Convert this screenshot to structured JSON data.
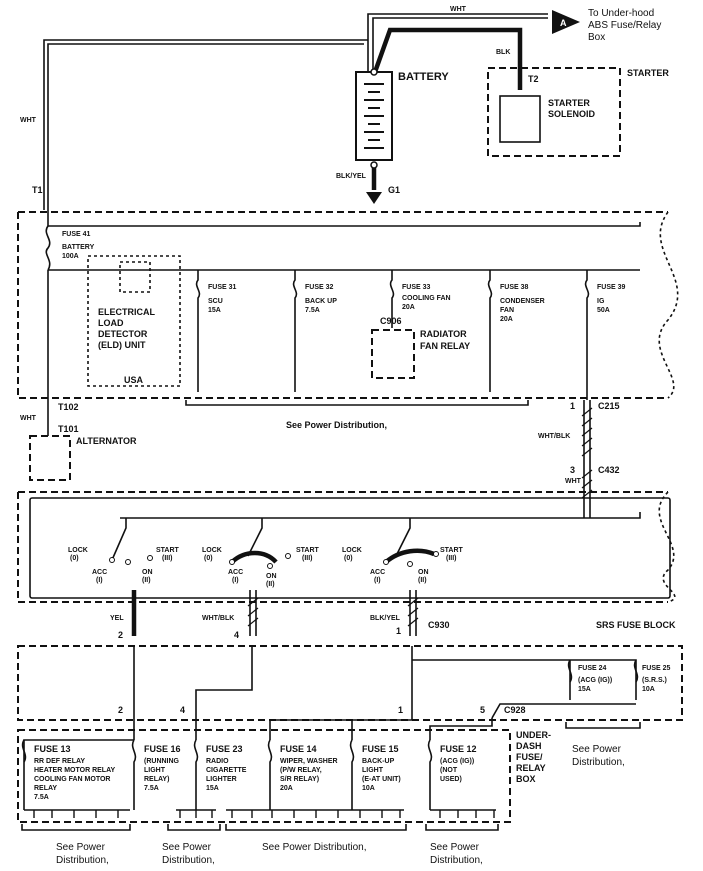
{
  "labels": {
    "to_underhood": [
      "To Under-hood",
      "ABS Fuse/Relay",
      "Box"
    ],
    "connector_a": "A",
    "wht_top": "WHT",
    "blk": "BLK",
    "battery": "BATTERY",
    "starter": "STARTER",
    "t2": "T2",
    "starter_solenoid": [
      "STARTER",
      "SOLENOID"
    ],
    "blkyel_ground": "BLK/YEL",
    "g1": "G1",
    "wht_left": "WHT",
    "t1": "T1",
    "fuse41": [
      "FUSE 41",
      "BATTERY",
      "100A"
    ],
    "eld": [
      "ELECTRICAL",
      "LOAD",
      "DETECTOR",
      "(ELD) UNIT"
    ],
    "usa": "USA",
    "radiator_relay": [
      "RADIATOR",
      "FAN RELAY"
    ],
    "c906": "C906",
    "see_power_mid": "See Power Distribution,",
    "wht_t102": "WHT",
    "t102": "T102",
    "t101": "T101",
    "alternator": "ALTERNATOR",
    "c215_pin": "1",
    "c215": "C215",
    "whtblk_vert": "WHT/BLK",
    "c432_pin": "3",
    "c432": "C432",
    "wht_c432": "WHT",
    "srs_fuse_block": "SRS FUSE BLOCK",
    "c930": "C930",
    "c928": "C928",
    "underdash": [
      "UNDER-",
      "DASH",
      "FUSE/",
      "RELAY",
      "BOX"
    ]
  },
  "main_fuses": [
    {
      "name": "FUSE 31",
      "desc": [
        "SCU",
        "15A"
      ]
    },
    {
      "name": "FUSE 32",
      "desc": [
        "BACK UP",
        "7.5A"
      ]
    },
    {
      "name": "FUSE 33",
      "desc": [
        "COOLING FAN",
        "20A"
      ]
    },
    {
      "name": "FUSE 38",
      "desc": [
        "CONDENSER",
        "FAN",
        "20A"
      ]
    },
    {
      "name": "FUSE 39",
      "desc": [
        "IG",
        "50A"
      ]
    }
  ],
  "switches": [
    {
      "lock": [
        "LOCK",
        "(0)"
      ],
      "acc": [
        "ACC",
        "(I)"
      ],
      "on": [
        "ON",
        "(II)"
      ],
      "start": [
        "START",
        "(III)"
      ]
    },
    {
      "lock": [
        "LOCK",
        "(0)"
      ],
      "acc": [
        "ACC",
        "(I)"
      ],
      "on": [
        "ON",
        "(II)"
      ],
      "start": [
        "START",
        "(III)"
      ]
    },
    {
      "lock": [
        "LOCK",
        "(0)"
      ],
      "acc": [
        "ACC",
        "(I)"
      ],
      "on": [
        "ON",
        "(II)"
      ],
      "start": [
        "START",
        "(III)"
      ]
    }
  ],
  "switch_wires": [
    {
      "color": "YEL",
      "top_pin": "2",
      "bottom_pin": "2"
    },
    {
      "color": "WHT/BLK",
      "top_pin": "4",
      "bottom_pin": "4"
    },
    {
      "color": "BLK/YEL",
      "top_pin": "1",
      "bottom_pin": "1"
    }
  ],
  "c928_pin": "5",
  "srs_fuses": [
    {
      "name": "FUSE 24",
      "desc": [
        "(ACG (IG))",
        "15A"
      ]
    },
    {
      "name": "FUSE 25",
      "desc": [
        "(S.R.S.)",
        "10A"
      ]
    }
  ],
  "see_power_srs": [
    "See Power",
    "Distribution,"
  ],
  "dash_fuses": [
    {
      "name": "FUSE 13",
      "desc": [
        "RR DEF RELAY",
        "HEATER MOTOR RELAY",
        "COOLING FAN MOTOR",
        "RELAY",
        "7.5A"
      ]
    },
    {
      "name": "FUSE 16",
      "desc": [
        "(RUNNING",
        "LIGHT",
        "RELAY)",
        "7.5A"
      ]
    },
    {
      "name": "FUSE 23",
      "desc": [
        "RADIO",
        "CIGARETTE",
        "LIGHTER",
        "15A"
      ]
    },
    {
      "name": "FUSE 14",
      "desc": [
        "WIPER, WASHER",
        "(P/W RELAY,",
        "S/R RELAY)",
        "20A"
      ]
    },
    {
      "name": "FUSE 15",
      "desc": [
        "BACK-UP",
        "LIGHT",
        "(E-AT UNIT)",
        "10A"
      ]
    },
    {
      "name": "FUSE 12",
      "desc": [
        "(ACG (IG))",
        "(NOT",
        "USED)"
      ]
    }
  ],
  "see_power_bottom": [
    [
      "See Power",
      "Distribution,"
    ],
    [
      "See Power",
      "Distribution,"
    ],
    [
      "See Power Distribution,"
    ],
    [
      "See Power",
      "Distribution,"
    ]
  ]
}
